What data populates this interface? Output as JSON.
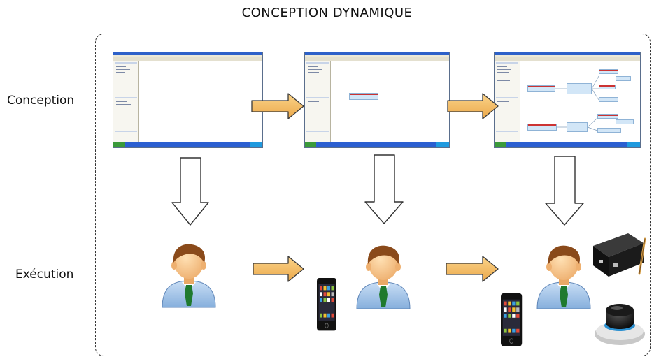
{
  "title": "CONCEPTION DYNAMIQUE",
  "rows": {
    "conception": "Conception",
    "execution": "Exécution"
  },
  "colors": {
    "flow_arrow_fill": "#f5c46f",
    "flow_arrow_stroke": "#3a3a3a",
    "down_arrow_fill": "#ffffff",
    "frame_border": "#333333",
    "user_shirt": "#a9c8ea",
    "user_tie": "#1f7a2e",
    "user_hair": "#8a4a1a",
    "user_skin": "#f6c88e"
  },
  "screenshots": [
    {
      "state": "empty-canvas"
    },
    {
      "state": "one-component"
    },
    {
      "state": "full-graph"
    }
  ],
  "execution_stages": [
    {
      "user": "user-icon",
      "devices": []
    },
    {
      "user": "user-icon",
      "devices": [
        "ipod-touch-icon"
      ]
    },
    {
      "user": "user-icon",
      "devices": [
        "ipod-touch-icon",
        "phidget-box-icon",
        "3d-mouse-icon"
      ]
    }
  ]
}
